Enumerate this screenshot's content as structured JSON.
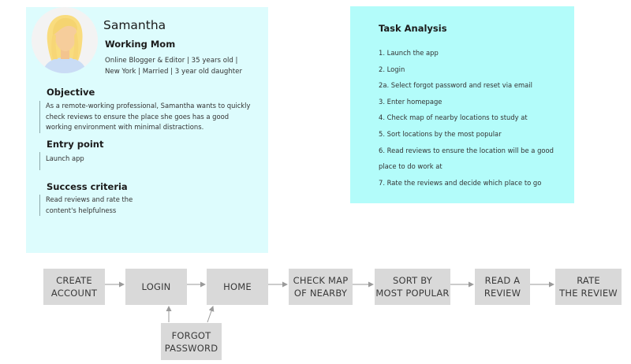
{
  "persona": {
    "name": "Samantha",
    "role": "Working Mom",
    "details_line1": "Online Blogger & Editor | 35 years old |",
    "details_line2": "New York | Married | 3 year old daughter",
    "objective_heading": "Objective",
    "objective_line1": "As a remote-working professional, Samantha wants to quickly",
    "objective_line2": "check reviews to ensure the place she goes has a good",
    "objective_line3": "working environment with minimal distractions.",
    "entry_heading": "Entry point",
    "entry_text": "Launch app",
    "success_heading": "Success criteria",
    "success_line1": "Read reviews and rate the",
    "success_line2": "content's helpfulness"
  },
  "task_analysis": {
    "title": "Task Analysis",
    "steps": [
      "1. Launch the app",
      "2. Login",
      "2a. Select forgot password and reset via email",
      "3. Enter homepage",
      "4. Check map of nearby locations to study at",
      "5. Sort locations by the most popular",
      "6. Read reviews to ensure the location will be a good",
      "place to do work at",
      "7. Rate the reviews and decide which place to go"
    ]
  },
  "flow": {
    "create_account": [
      "CREATE",
      "ACCOUNT"
    ],
    "login": "LOGIN",
    "home": "HOME",
    "check_map": [
      "CHECK MAP",
      "OF NEARBY"
    ],
    "sort": [
      "SORT BY",
      "MOST POPULAR"
    ],
    "read_review": [
      "READ A",
      "REVIEW"
    ],
    "rate_review": [
      "RATE",
      "THE REVIEW"
    ],
    "forgot_password": [
      "FORGOT",
      "PASSWORD"
    ]
  },
  "colors": {
    "persona_bg": "#ddfcfd",
    "task_bg": "#b3fcfa",
    "node_bg": "#d9d9d9",
    "arrow": "#9a9a9a"
  }
}
